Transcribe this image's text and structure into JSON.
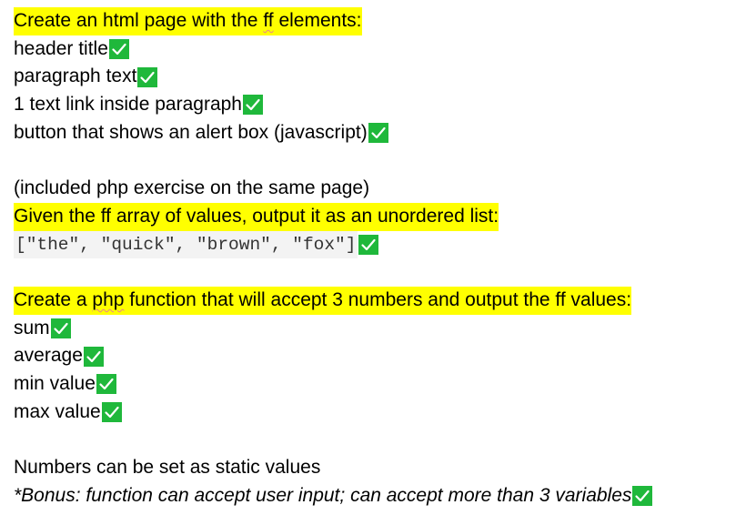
{
  "doc": {
    "intro": {
      "before": "Create an html page with the ",
      "flagged": "ff",
      "after": " elements:"
    },
    "html_items": [
      "header title",
      "paragraph text",
      "1 text link inside paragraph",
      "button that shows an alert box (javascript)"
    ],
    "php_note": "(included php exercise on the same page)",
    "array_task": "Given the ff array of values, output it as an unordered list:",
    "array_code": "[\"the\", \"quick\", \"brown\", \"fox\"]",
    "function_task": {
      "before": "Create a ",
      "flagged": "php",
      "after": " function that will accept 3 numbers and output the ff values:"
    },
    "function_items": [
      "sum",
      "average",
      "min value",
      "max value"
    ],
    "static_note": "Numbers can be set as static values",
    "bonus": "*Bonus: function can accept user input; can accept more than 3 variables"
  },
  "colors": {
    "highlight": "#ffff00",
    "check_background": "#1fb83b",
    "check_mark": "#ffffff"
  },
  "icons": {
    "check": "check-mark-icon"
  }
}
